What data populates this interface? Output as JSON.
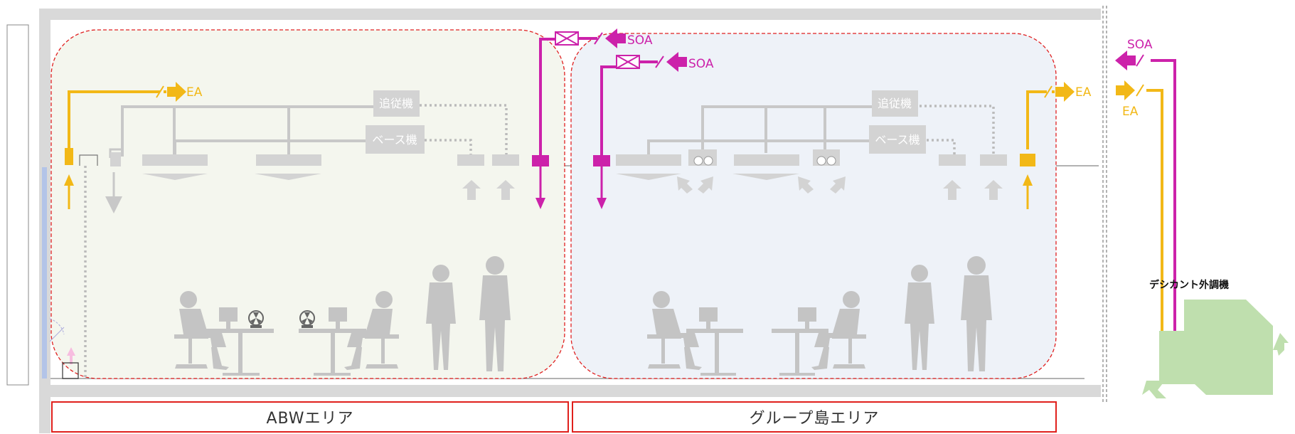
{
  "zones": {
    "abw": {
      "label": "ABWエリア"
    },
    "group": {
      "label": "グループ島エリア"
    }
  },
  "equipment": {
    "follower_left": "追従機",
    "base_left": "ベース機",
    "follower_right": "追従機",
    "base_right": "ベース機",
    "desiccant": "デシカント外調機"
  },
  "airflow": {
    "soa": "SOA",
    "ea": "EA"
  },
  "colors": {
    "supply": "#cc22aa",
    "exhaust": "#f2b817",
    "duct": "#c8c8c8",
    "boundary": "#e02020",
    "zone_left_fill": "#f4f6ee",
    "zone_right_fill": "#eef2f8",
    "unit_fill": "#bfdfae",
    "slab": "#d9d9d9"
  }
}
